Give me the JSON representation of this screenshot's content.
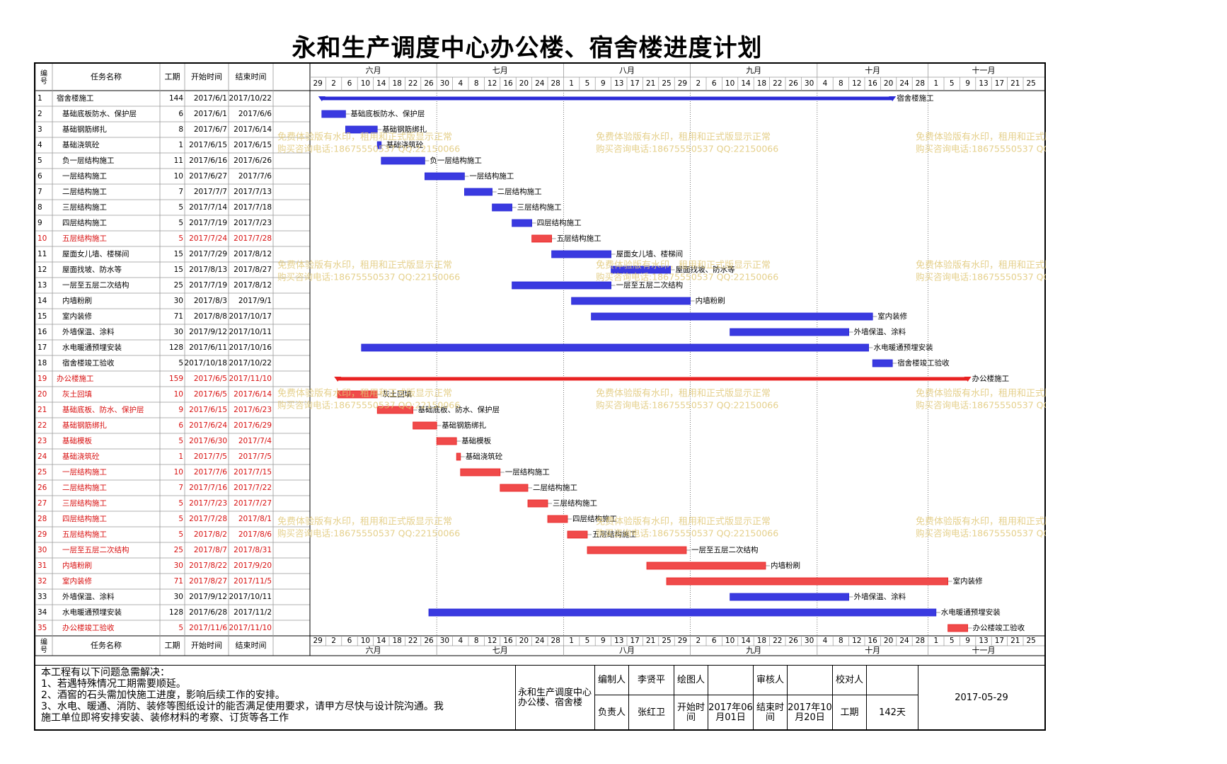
{
  "title": "永和生产调度中心办公楼、宿舍楼进度计划",
  "headers": {
    "no": "编号",
    "name": "任务名称",
    "dur": "工期",
    "start": "开始时间",
    "end": "结束时间"
  },
  "months": [
    {
      "label": "六月",
      "ticks": [
        "29",
        "2",
        "6",
        "10",
        "14",
        "18",
        "22",
        "26"
      ]
    },
    {
      "label": "七月",
      "ticks": [
        "30",
        "4",
        "8",
        "12",
        "16",
        "20",
        "24",
        "28"
      ]
    },
    {
      "label": "八月",
      "ticks": [
        "1",
        "5",
        "9",
        "13",
        "17",
        "21",
        "25",
        "29"
      ]
    },
    {
      "label": "九月",
      "ticks": [
        "2",
        "6",
        "10",
        "14",
        "18",
        "22",
        "26",
        "30"
      ]
    },
    {
      "label": "十月",
      "ticks": [
        "4",
        "8",
        "12",
        "16",
        "20",
        "24",
        "28"
      ]
    },
    {
      "label": "十一月",
      "ticks": [
        "1",
        "5",
        "9",
        "13",
        "17",
        "21",
        "25"
      ]
    }
  ],
  "colors": {
    "blue": "#2a2ad6",
    "red": "#e82222",
    "barBlue": "#3a3ae0",
    "barRed": "#f04a4a",
    "watermark": "#e0c878"
  },
  "tasks": [
    {
      "id": 1,
      "name": "宿舍楼施工",
      "dur": 144,
      "start": "2017/6/1",
      "end": "2017/10/22",
      "summary": true,
      "red": false,
      "label": "宿舍楼施工"
    },
    {
      "id": 2,
      "name": "基础底板防水、保护层",
      "dur": 6,
      "start": "2017/6/1",
      "end": "2017/6/6",
      "red": false,
      "label": "基础底板防水、保护层"
    },
    {
      "id": 3,
      "name": "基础钢筋绑扎",
      "dur": 8,
      "start": "2017/6/7",
      "end": "2017/6/14",
      "red": false,
      "label": "基础钢筋绑扎"
    },
    {
      "id": 4,
      "name": "基础浇筑砼",
      "dur": 1,
      "start": "2017/6/15",
      "end": "2017/6/15",
      "red": false,
      "label": "基础浇筑砼"
    },
    {
      "id": 5,
      "name": "负一层结构施工",
      "dur": 11,
      "start": "2017/6/16",
      "end": "2017/6/26",
      "red": false,
      "label": "负一层结构施工"
    },
    {
      "id": 6,
      "name": "一层结构施工",
      "dur": 10,
      "start": "2017/6/27",
      "end": "2017/7/6",
      "red": false,
      "label": "一层结构施工"
    },
    {
      "id": 7,
      "name": "二层结构施工",
      "dur": 7,
      "start": "2017/7/7",
      "end": "2017/7/13",
      "red": false,
      "label": "二层结构施工"
    },
    {
      "id": 8,
      "name": "三层结构施工",
      "dur": 5,
      "start": "2017/7/14",
      "end": "2017/7/18",
      "red": false,
      "label": "三层结构施工"
    },
    {
      "id": 9,
      "name": "四层结构施工",
      "dur": 5,
      "start": "2017/7/19",
      "end": "2017/7/23",
      "red": false,
      "label": "四层结构施工"
    },
    {
      "id": 10,
      "name": "五层结构施工",
      "dur": 5,
      "start": "2017/7/24",
      "end": "2017/7/28",
      "red": true,
      "label": "五层结构施工"
    },
    {
      "id": 11,
      "name": "屋面女儿墙、楼梯间",
      "dur": 15,
      "start": "2017/7/29",
      "end": "2017/8/12",
      "red": false,
      "label": "屋面女儿墙、楼梯间"
    },
    {
      "id": 12,
      "name": "屋面找坡、防水等",
      "dur": 15,
      "start": "2017/8/13",
      "end": "2017/8/27",
      "red": false,
      "label": "屋面找坡、防水等"
    },
    {
      "id": 13,
      "name": "一层至五层二次结构",
      "dur": 25,
      "start": "2017/7/19",
      "end": "2017/8/12",
      "red": false,
      "label": "一层至五层二次结构"
    },
    {
      "id": 14,
      "name": "内墙粉刷",
      "dur": 30,
      "start": "2017/8/3",
      "end": "2017/9/1",
      "red": false,
      "label": "内墙粉刷"
    },
    {
      "id": 15,
      "name": "室内装修",
      "dur": 71,
      "start": "2017/8/8",
      "end": "2017/10/17",
      "red": false,
      "label": "室内装修"
    },
    {
      "id": 16,
      "name": "外墙保温、涂料",
      "dur": 30,
      "start": "2017/9/12",
      "end": "2017/10/11",
      "red": false,
      "label": "外墙保温、涂料"
    },
    {
      "id": 17,
      "name": "水电暖通预埋安装",
      "dur": 128,
      "start": "2017/6/11",
      "end": "2017/10/16",
      "red": false,
      "label": "水电暖通预埋安装"
    },
    {
      "id": 18,
      "name": "宿舍楼竣工验收",
      "dur": 5,
      "start": "2017/10/18",
      "end": "2017/10/22",
      "red": false,
      "label": "宿舍楼竣工验收"
    },
    {
      "id": 19,
      "name": "办公楼施工",
      "dur": 159,
      "start": "2017/6/5",
      "end": "2017/11/10",
      "summary": true,
      "red": true,
      "label": "办公楼施工"
    },
    {
      "id": 20,
      "name": "灰土回填",
      "dur": 10,
      "start": "2017/6/5",
      "end": "2017/6/14",
      "red": true,
      "label": "灰土回填"
    },
    {
      "id": 21,
      "name": "基础底板、防水、保护层",
      "dur": 9,
      "start": "2017/6/15",
      "end": "2017/6/23",
      "red": true,
      "label": "基础底板、防水、保护层"
    },
    {
      "id": 22,
      "name": "基础钢筋绑扎",
      "dur": 6,
      "start": "2017/6/24",
      "end": "2017/6/29",
      "red": true,
      "label": "基础钢筋绑扎"
    },
    {
      "id": 23,
      "name": "基础模板",
      "dur": 5,
      "start": "2017/6/30",
      "end": "2017/7/4",
      "red": true,
      "label": "基础模板"
    },
    {
      "id": 24,
      "name": "基础浇筑砼",
      "dur": 1,
      "start": "2017/7/5",
      "end": "2017/7/5",
      "red": true,
      "label": "基础浇筑砼"
    },
    {
      "id": 25,
      "name": "一层结构施工",
      "dur": 10,
      "start": "2017/7/6",
      "end": "2017/7/15",
      "red": true,
      "label": "一层结构施工"
    },
    {
      "id": 26,
      "name": "二层结构施工",
      "dur": 7,
      "start": "2017/7/16",
      "end": "2017/7/22",
      "red": true,
      "label": "二层结构施工"
    },
    {
      "id": 27,
      "name": "三层结构施工",
      "dur": 5,
      "start": "2017/7/23",
      "end": "2017/7/27",
      "red": true,
      "label": "三层结构施工"
    },
    {
      "id": 28,
      "name": "四层结构施工",
      "dur": 5,
      "start": "2017/7/28",
      "end": "2017/8/1",
      "red": true,
      "label": "四层结构施工"
    },
    {
      "id": 29,
      "name": "五层结构施工",
      "dur": 5,
      "start": "2017/8/2",
      "end": "2017/8/6",
      "red": true,
      "label": "五层结构施工"
    },
    {
      "id": 30,
      "name": "一层至五层二次结构",
      "dur": 25,
      "start": "2017/8/7",
      "end": "2017/8/31",
      "red": true,
      "label": "一层至五层二次结构"
    },
    {
      "id": 31,
      "name": "内墙粉刷",
      "dur": 30,
      "start": "2017/8/22",
      "end": "2017/9/20",
      "red": true,
      "label": "内墙粉刷"
    },
    {
      "id": 32,
      "name": "室内装修",
      "dur": 71,
      "start": "2017/8/27",
      "end": "2017/11/5",
      "red": true,
      "label": "室内装修"
    },
    {
      "id": 33,
      "name": "外墙保温、涂料",
      "dur": 30,
      "start": "2017/9/12",
      "end": "2017/10/11",
      "red": false,
      "label": "外墙保温、涂料"
    },
    {
      "id": 34,
      "name": "水电暖通预埋安装",
      "dur": 128,
      "start": "2017/6/28",
      "end": "2017/11/2",
      "red": false,
      "label": "水电暖通预埋安装"
    },
    {
      "id": 35,
      "name": "办公楼竣工验收",
      "dur": 5,
      "start": "2017/11/6",
      "end": "2017/11/10",
      "red": true,
      "label": "办公楼竣工验收"
    }
  ],
  "watermark": {
    "line1": "免费体验版有水印，租用和正式版显示正常",
    "line2": "购买咨询电话:18675550537 QQ:22150066"
  },
  "footer": {
    "notes": [
      "本工程有以下问题急需解决：",
      "1、若遇特殊情况工期需要顺延。",
      "2、酒窖的石头需加快施工进度，影响后续工作的安排。",
      "3、水电、暖通、消防、装修等图纸设计的能否满足使用要求，请甲方尽快与设计院沟通。我",
      "施工单位即将安排安装、装修材料的考察、订货等各工作"
    ],
    "project": "永和生产调度中心办公楼、宿舍楼",
    "editor_label": "编制人",
    "editor": "李贤平",
    "drawer_label": "绘图人",
    "drawer": "",
    "reviewer_label": "审核人",
    "reviewer": "",
    "checker_label": "校对人",
    "checker": "",
    "owner_label": "负责人",
    "owner": "张红卫",
    "start_label": "开始时间",
    "start": "2017年06月01日",
    "end_label": "结束时间",
    "end": "2017年10月20日",
    "dur_label": "工期",
    "dur": "142天",
    "date": "2017-05-29"
  }
}
